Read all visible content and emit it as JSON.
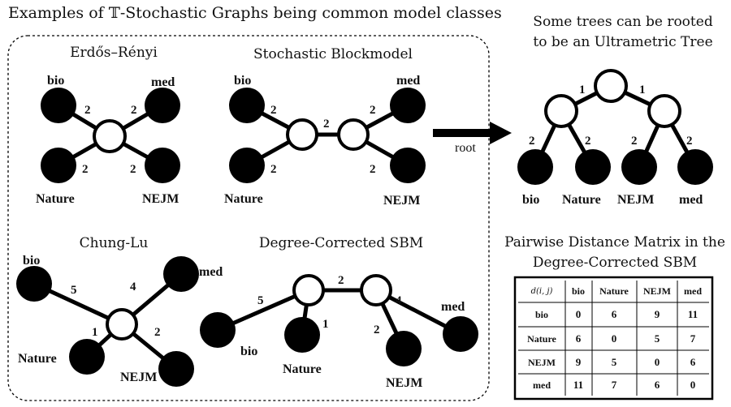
{
  "title": "Examples of 𝕋-Stochastic Graphs being common model classes",
  "panels": {
    "er": {
      "title": "Erdős–Rényi",
      "labels": [
        "bio",
        "med",
        "Nature",
        "NEJM"
      ],
      "weights": [
        "2",
        "2",
        "2",
        "2"
      ]
    },
    "sbm": {
      "title": "Stochastic Blockmodel",
      "labels": [
        "bio",
        "med",
        "Nature",
        "NEJM"
      ],
      "weights": [
        "2",
        "2",
        "2",
        "2",
        "2"
      ]
    },
    "cl": {
      "title": "Chung-Lu",
      "labels": [
        "bio",
        "med",
        "Nature",
        "NEJM"
      ],
      "weights": [
        "5",
        "4",
        "1",
        "2"
      ]
    },
    "dcsbm": {
      "title": "Degree-Corrected SBM",
      "labels": [
        "bio",
        "med",
        "Nature",
        "NEJM"
      ],
      "weights": [
        "5",
        "2",
        "4",
        "1",
        "2"
      ]
    }
  },
  "arrow": {
    "label": "root"
  },
  "tree": {
    "title_line1": "Some trees can be rooted",
    "title_line2": "to be an Ultrametric Tree",
    "labels": [
      "bio",
      "Nature",
      "NEJM",
      "med"
    ],
    "weights": [
      "1",
      "1",
      "2",
      "2",
      "2",
      "2"
    ]
  },
  "matrix": {
    "title_line1": "Pairwise Distance Matrix in the",
    "title_line2": "Degree-Corrected SBM",
    "corner": "d(i, j)",
    "headers": [
      "bio",
      "Nature",
      "NEJM",
      "med"
    ],
    "rows": [
      {
        "name": "bio",
        "values": [
          "0",
          "6",
          "9",
          "11"
        ]
      },
      {
        "name": "Nature",
        "values": [
          "6",
          "0",
          "5",
          "7"
        ]
      },
      {
        "name": "NEJM",
        "values": [
          "9",
          "5",
          "0",
          "6"
        ]
      },
      {
        "name": "med",
        "values": [
          "11",
          "7",
          "6",
          "0"
        ]
      }
    ]
  }
}
